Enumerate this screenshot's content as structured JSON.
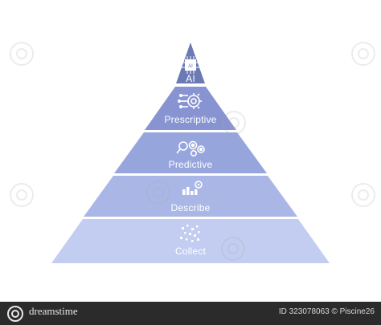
{
  "pyramid": {
    "tiers": [
      {
        "label": "AI",
        "icon": "ai-chip-icon",
        "color": "#6b79b4"
      },
      {
        "label": "Prescriptive",
        "icon": "gear-circuit-icon",
        "color": "#8794d1"
      },
      {
        "label": "Predictive",
        "icon": "gears-search-icon",
        "color": "#97a5dd"
      },
      {
        "label": "Describe",
        "icon": "bar-chart-gear-icon",
        "color": "#aab7e6"
      },
      {
        "label": "Collect",
        "icon": "data-points-icon",
        "color": "#c2cdf1"
      }
    ],
    "ai_chip_text": "AI"
  },
  "footer": {
    "brand": "dreamstime",
    "id_text": "ID 323078063 © Piscine26"
  }
}
